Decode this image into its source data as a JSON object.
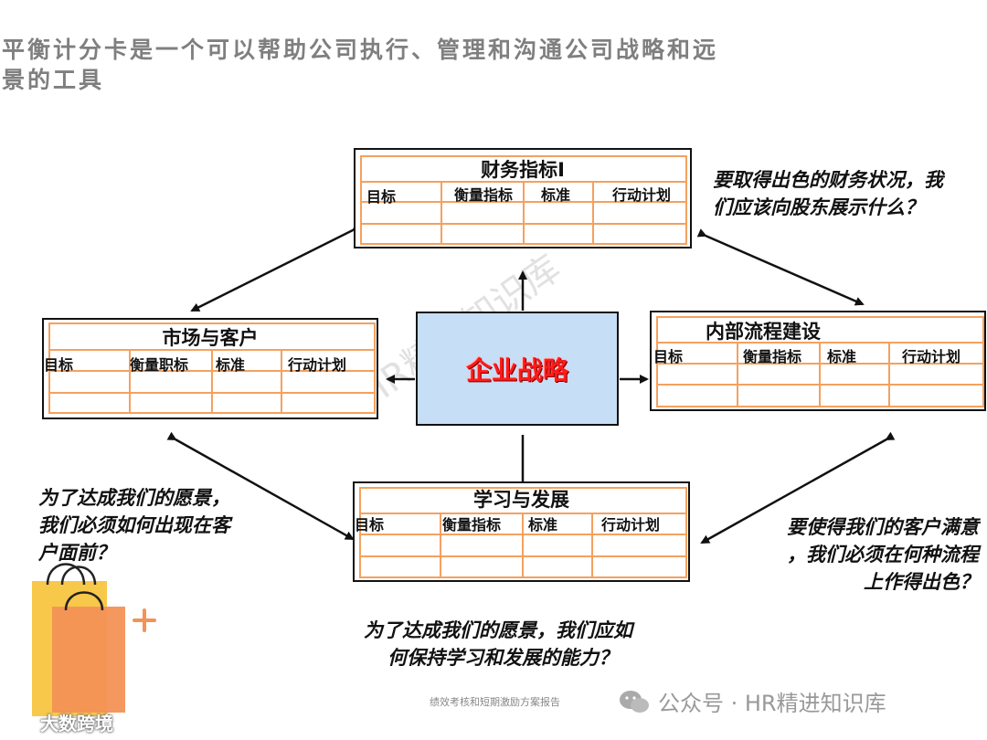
{
  "header": {
    "title_line1": "平衡计分卡是一个可以帮助公司执行、管理和沟通公司战略和远",
    "title_line2": "景的工具"
  },
  "center": {
    "label": "企业战略"
  },
  "cards": {
    "finance": {
      "title": "财务指标I",
      "headers": [
        "目标",
        "衡量指标",
        "标准",
        "行动计划"
      ]
    },
    "market": {
      "title": "市场与客户",
      "headers": [
        "目标",
        "衡量职标",
        "标准",
        "行动计划"
      ]
    },
    "process": {
      "title": "内部流程建设",
      "headers": [
        "目标",
        "衡量指标",
        "标准",
        "行动计划"
      ]
    },
    "learning": {
      "title": "学习与发展",
      "headers": [
        "目标",
        "衡量指标",
        "标准",
        "行动计划"
      ]
    }
  },
  "questions": {
    "finance_q": [
      "要取得出色的财务状况，我",
      "们应该向股东展示什么？"
    ],
    "market_q": [
      "为了达成我们的愿景，",
      "我们必须如何出现在客",
      "户面前？"
    ],
    "process_q": [
      "要使得我们的客户满意",
      "，我们必须在何种流程",
      "上作得出色？"
    ],
    "learning_q": [
      "为了达成我们的愿景，我们应如",
      "何保持学习和发展的能力？"
    ]
  },
  "watermark": "HR精进知识库",
  "footer": {
    "caption": "绩效考核和短期激励方案报告",
    "wechat": "公众号 · HR精进知识库",
    "logo": "大数跨境"
  },
  "colors": {
    "grid": "#f4a15f",
    "center_fill": "#c6def6",
    "center_text": "#ff1a1a",
    "title_gray": "#7f7f7f"
  }
}
